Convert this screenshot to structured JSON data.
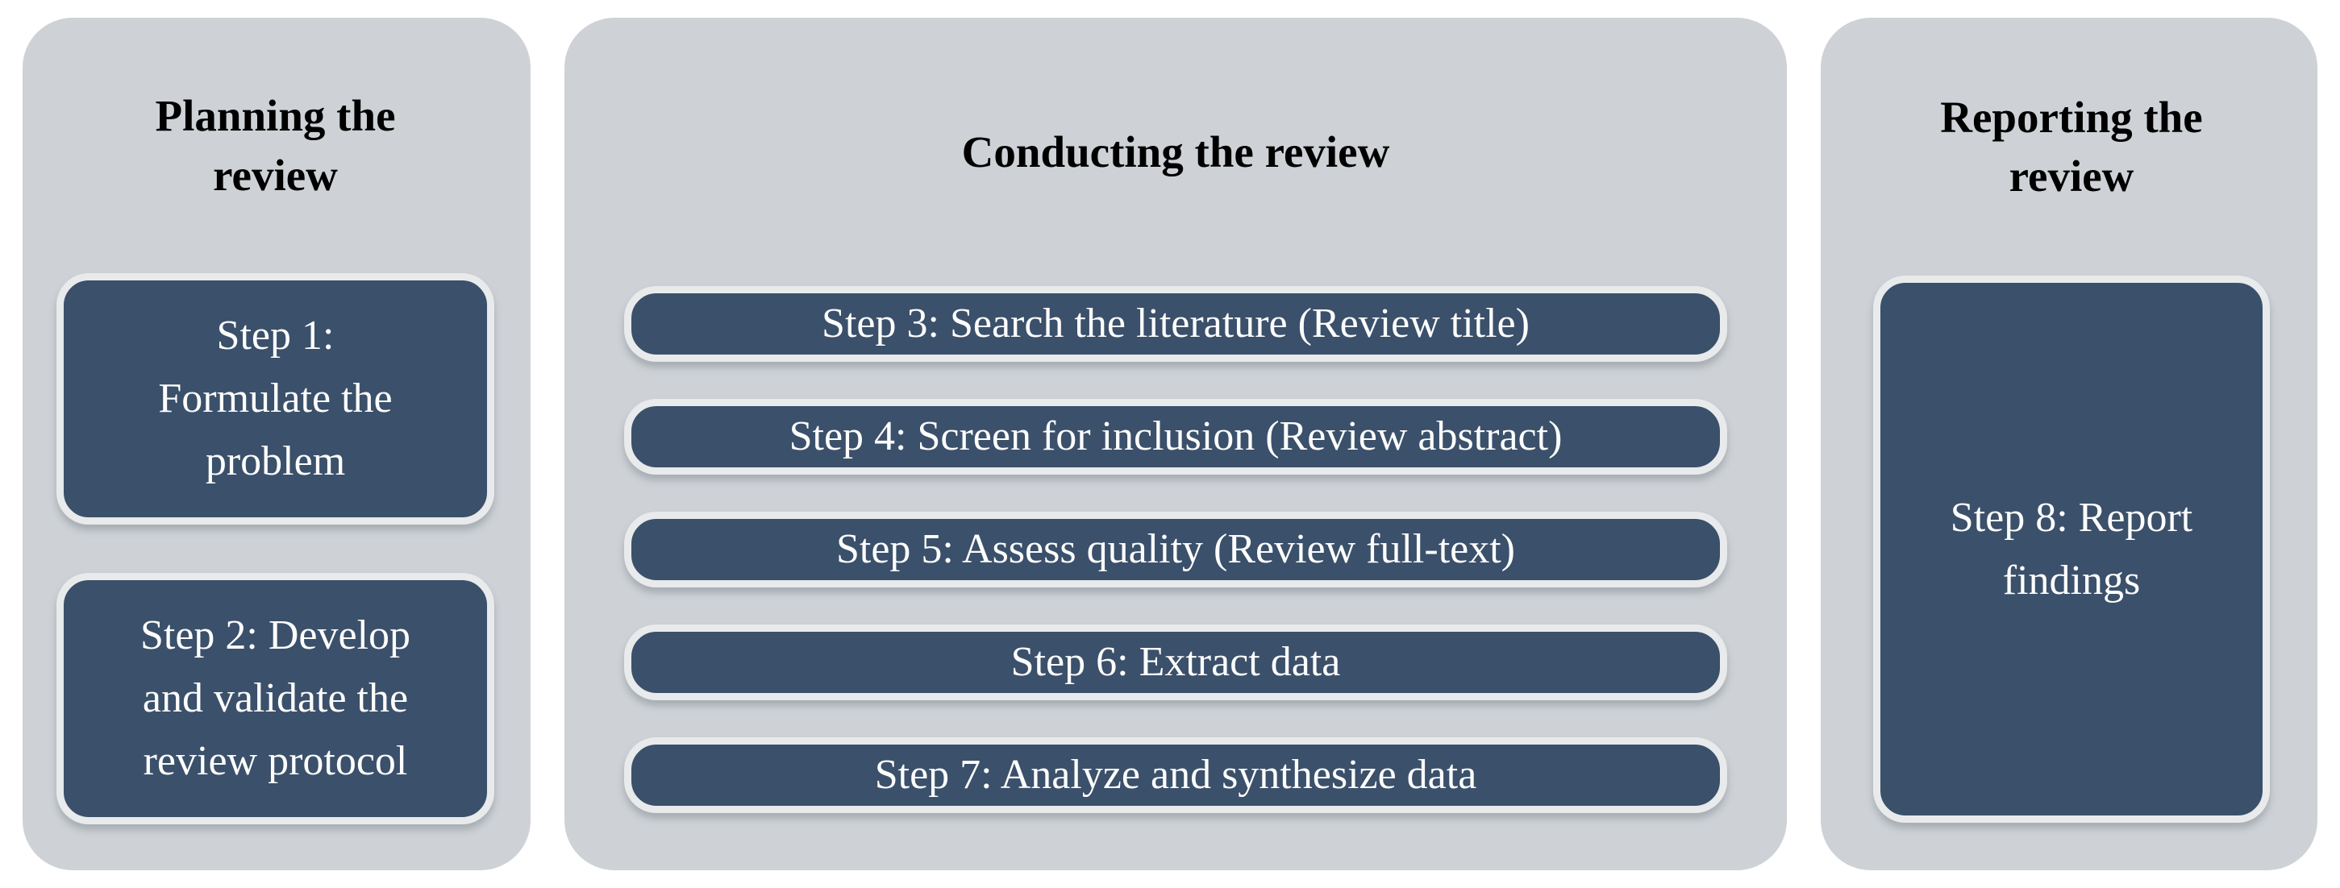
{
  "figure": {
    "panels": [
      {
        "id": "planning",
        "title": "Planning the\nreview",
        "steps": [
          {
            "step": 1,
            "label": "Step 1:\nFormulate the\nproblem"
          },
          {
            "step": 2,
            "label": "Step 2: Develop\nand validate the\nreview protocol"
          }
        ]
      },
      {
        "id": "conducting",
        "title": "Conducting the review",
        "steps": [
          {
            "step": 3,
            "label": "Step 3: Search the literature (Review title)"
          },
          {
            "step": 4,
            "label": "Step 4: Screen for inclusion (Review abstract)"
          },
          {
            "step": 5,
            "label": "Step 5: Assess quality (Review full-text)"
          },
          {
            "step": 6,
            "label": "Step 6: Extract data"
          },
          {
            "step": 7,
            "label": "Step 7: Analyze and synthesize data"
          }
        ]
      },
      {
        "id": "reporting",
        "title": "Reporting the\nreview",
        "steps": [
          {
            "step": 8,
            "label": "Step 8: Report\nfindings"
          }
        ]
      }
    ],
    "colors": {
      "page_bg": "#ffffff",
      "panel_bg": "#ced2d6",
      "step_box_bg": "#3b506a",
      "step_box_border": "#e8eaeb",
      "title_text": "#000000",
      "step_text": "#fdfdfd"
    }
  }
}
